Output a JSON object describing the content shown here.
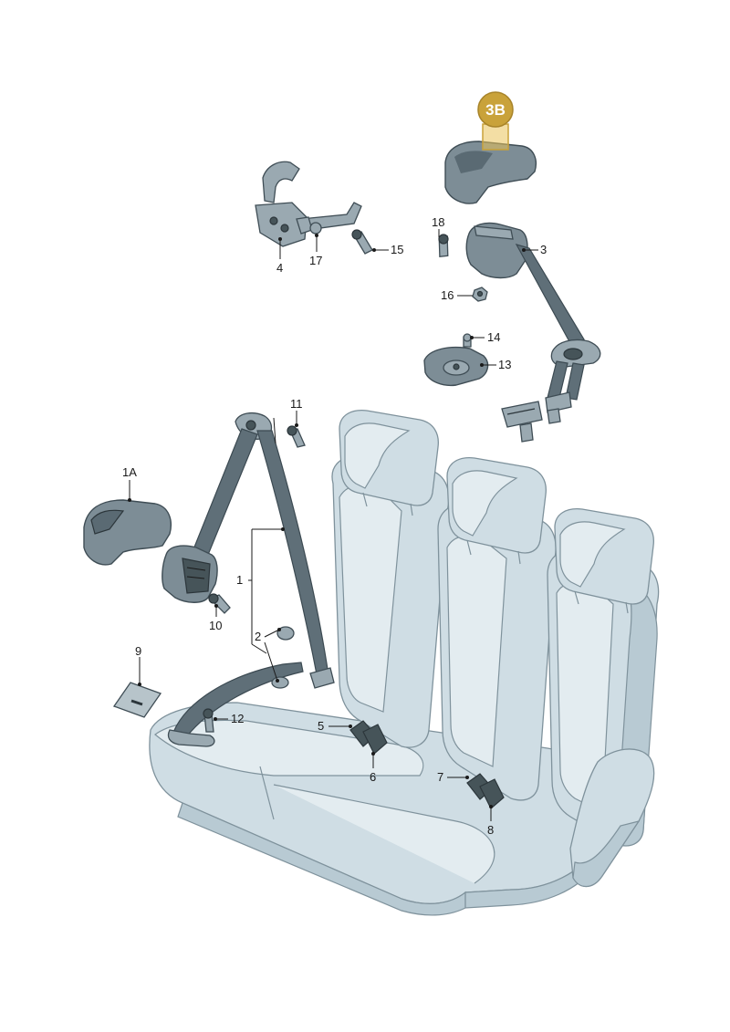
{
  "diagram": {
    "highlight_badge": {
      "label": "3B",
      "color": "#c9a23a"
    },
    "callouts": [
      {
        "id": "c1A",
        "label": "1A"
      },
      {
        "id": "c1",
        "label": "1"
      },
      {
        "id": "c2",
        "label": "2"
      },
      {
        "id": "c3",
        "label": "3"
      },
      {
        "id": "c4",
        "label": "4"
      },
      {
        "id": "c5",
        "label": "5"
      },
      {
        "id": "c6",
        "label": "6"
      },
      {
        "id": "c7",
        "label": "7"
      },
      {
        "id": "c8",
        "label": "8"
      },
      {
        "id": "c9",
        "label": "9"
      },
      {
        "id": "c10",
        "label": "10"
      },
      {
        "id": "c11",
        "label": "11"
      },
      {
        "id": "c12",
        "label": "12"
      },
      {
        "id": "c13",
        "label": "13"
      },
      {
        "id": "c14",
        "label": "14"
      },
      {
        "id": "c15",
        "label": "15"
      },
      {
        "id": "c16",
        "label": "16"
      },
      {
        "id": "c17",
        "label": "17"
      },
      {
        "id": "c18",
        "label": "18"
      }
    ],
    "colors": {
      "seat_fill": "#cfdde4",
      "part_fill": "#7d8d96",
      "belt_fill": "#5f6f78",
      "badge": "#c9a23a",
      "line": "#1a1a1a"
    }
  }
}
